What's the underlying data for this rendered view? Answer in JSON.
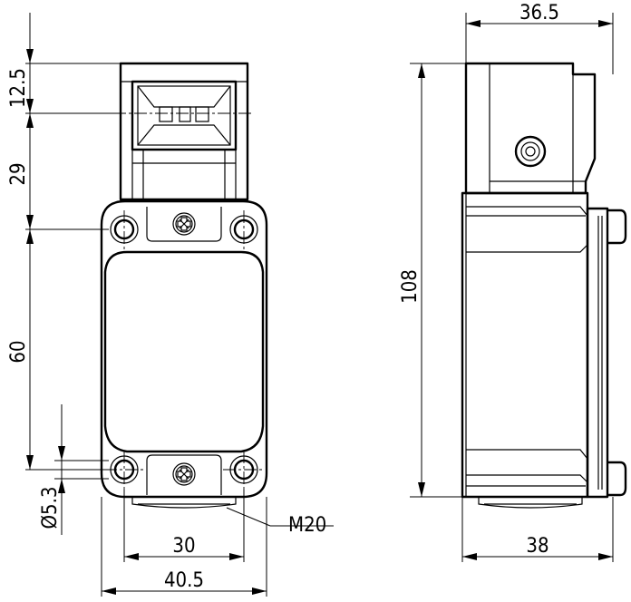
{
  "dimensions": {
    "front_head_height": "12.5",
    "front_head_to_hole": "29",
    "front_hole_spacing_vertical": "60",
    "front_hole_diameter": "Ø5.3",
    "front_hole_spacing_horizontal": "30",
    "front_overall_width": "40.5",
    "side_head_width": "36.5",
    "side_overall_height": "108",
    "side_overall_depth": "38"
  },
  "callouts": {
    "thread": "M20"
  }
}
